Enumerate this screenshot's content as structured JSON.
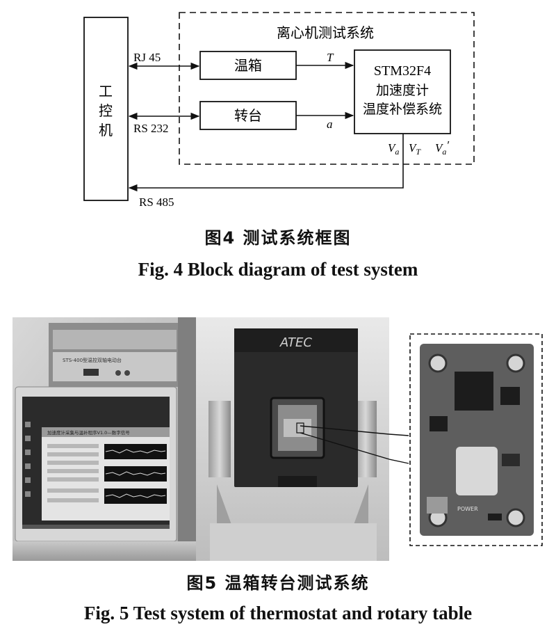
{
  "figure4": {
    "ipc_label": [
      "工",
      "控",
      "机"
    ],
    "system_title": "离心机测试系统",
    "thermostat": "温箱",
    "turntable": "转台",
    "controller": [
      "STM32F4",
      "加速度计",
      "温度补偿系统"
    ],
    "links": {
      "rj45": "RJ 45",
      "rs232": "RS 232",
      "rs485": "RS 485"
    },
    "signals": {
      "t": "T",
      "a": "a",
      "va": "V",
      "va_sub": "a",
      "vt": "V",
      "vt_sub": "T",
      "va2": "V",
      "va2_sub": "a",
      "va2_prime": "′"
    },
    "caption_cn": "图4  测试系统框图",
    "caption_en": "Fig. 4  Block diagram of test system"
  },
  "figure5": {
    "photos": {
      "display_brand": "ATEC",
      "controller_panel_text": "STS-400型温控双轴电动台",
      "software_title": "加速度计采集与温补程序V1.0—数字信号",
      "pcb_label": "POWER"
    },
    "caption_cn": "图5  温箱转台测试系统",
    "caption_en": "Fig. 5  Test system of thermostat and rotary table"
  }
}
